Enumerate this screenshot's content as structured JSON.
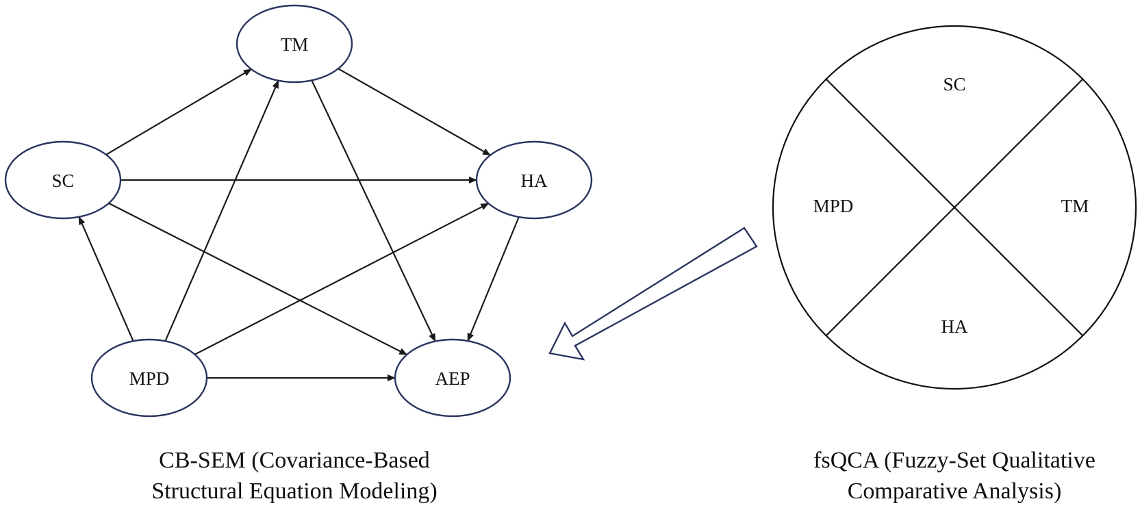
{
  "sem": {
    "nodes": {
      "TM": "TM",
      "SC": "SC",
      "HA": "HA",
      "MPD": "MPD",
      "AEP": "AEP"
    },
    "edges": [
      [
        "SC",
        "TM"
      ],
      [
        "MPD",
        "TM"
      ],
      [
        "TM",
        "HA"
      ],
      [
        "TM",
        "AEP"
      ],
      [
        "SC",
        "HA"
      ],
      [
        "SC",
        "AEP"
      ],
      [
        "MPD",
        "SC"
      ],
      [
        "MPD",
        "HA"
      ],
      [
        "MPD",
        "AEP"
      ],
      [
        "HA",
        "AEP"
      ]
    ],
    "caption_line1": "CB-SEM (Covariance-Based",
    "caption_line2": "Structural Equation Modeling)"
  },
  "fsqca": {
    "quadrants": {
      "top": "SC",
      "left": "MPD",
      "right": "TM",
      "bottom": "HA"
    },
    "caption_line1": "fsQCA (Fuzzy-Set Qualitative",
    "caption_line2": "Comparative Analysis)"
  },
  "colors": {
    "node_stroke": "#2a3560",
    "line": "#1a1a1a"
  }
}
